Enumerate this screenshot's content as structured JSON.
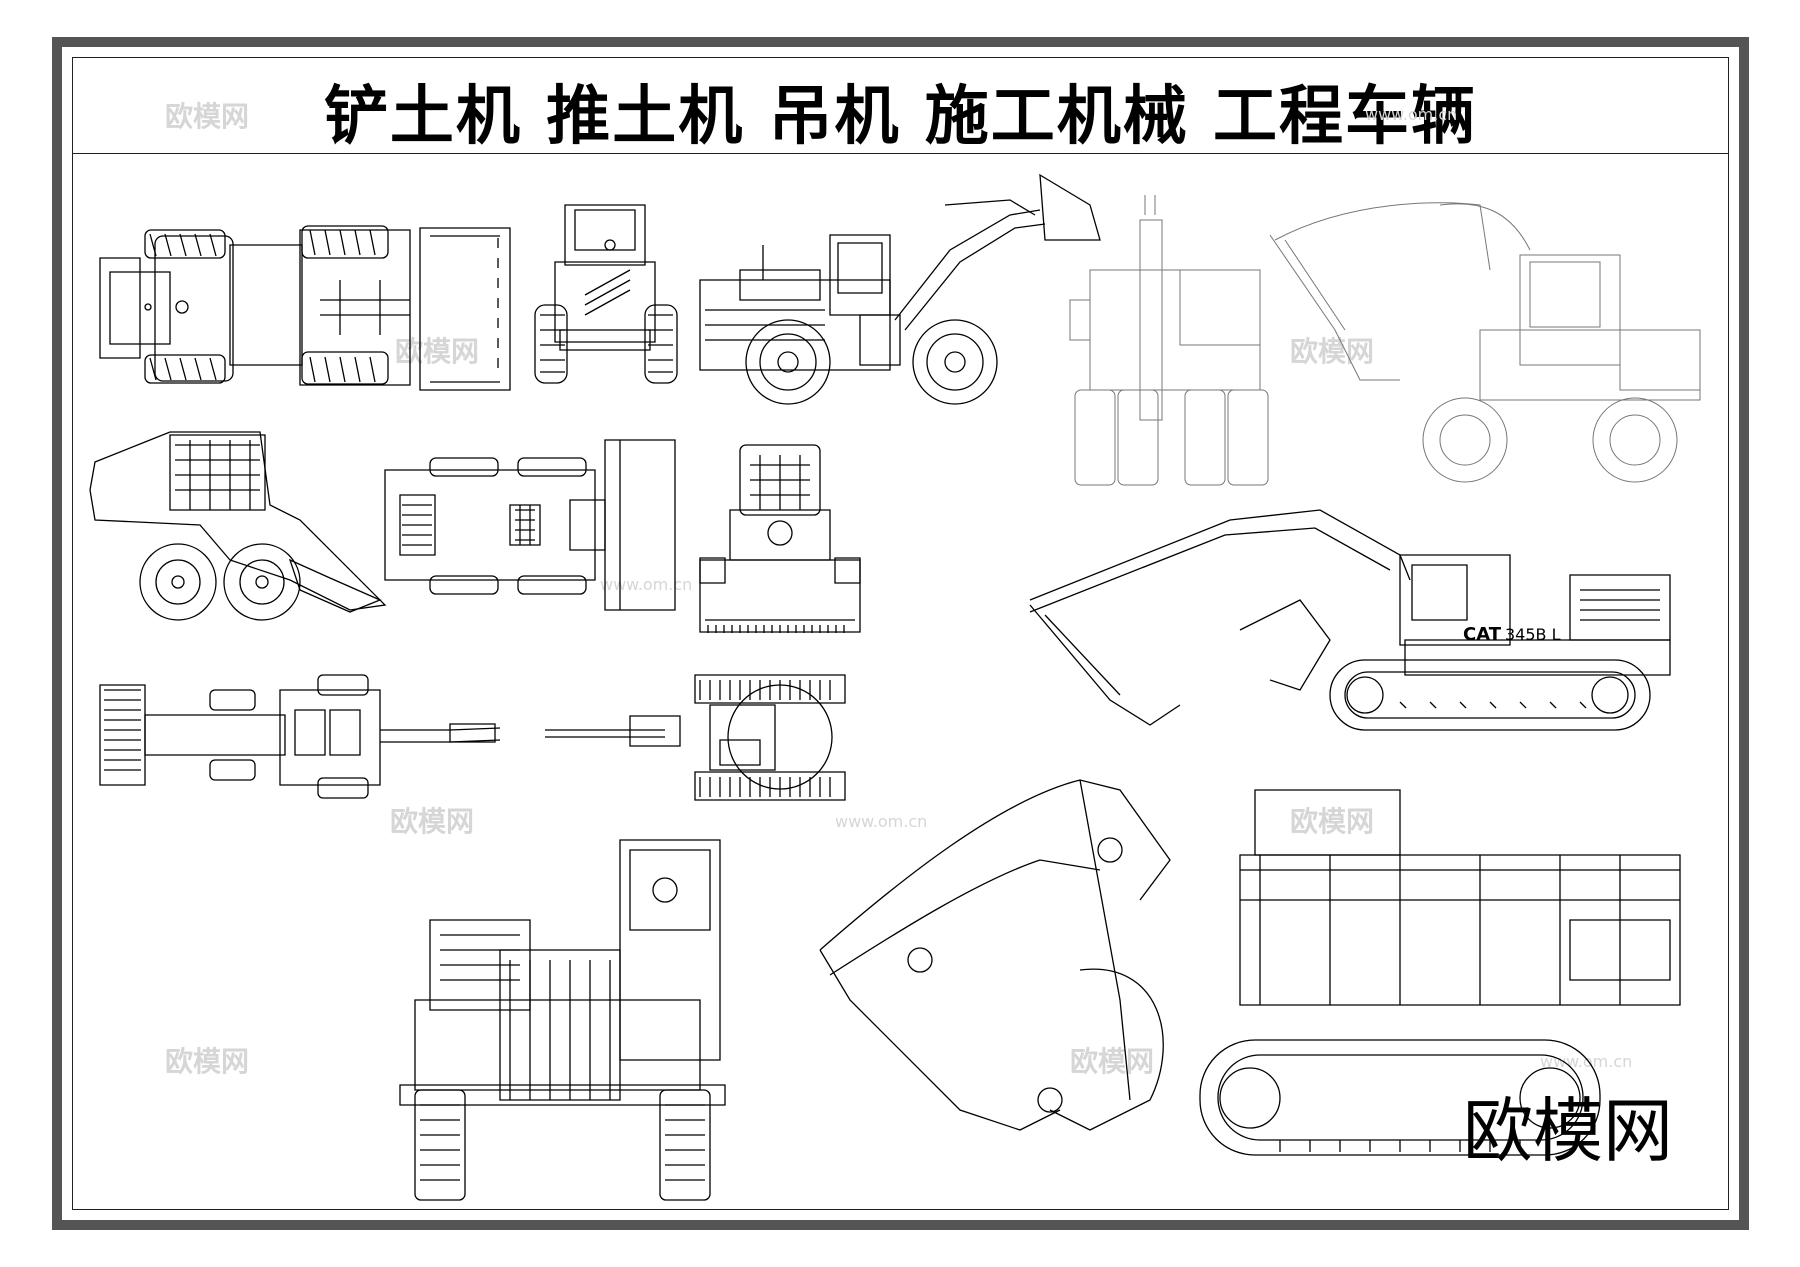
{
  "title": "铲土机  推土机  吊机  施工机械  工程车辆",
  "brand_watermark": "欧模网",
  "watermark_text": "欧模网",
  "watermark_url": "www.om.cn",
  "excavator_model_label": "345B L",
  "cat_logo_text": "CAT",
  "colors": {
    "frame": "#555555",
    "line": "#000000",
    "watermark": "#d6d6d6"
  }
}
